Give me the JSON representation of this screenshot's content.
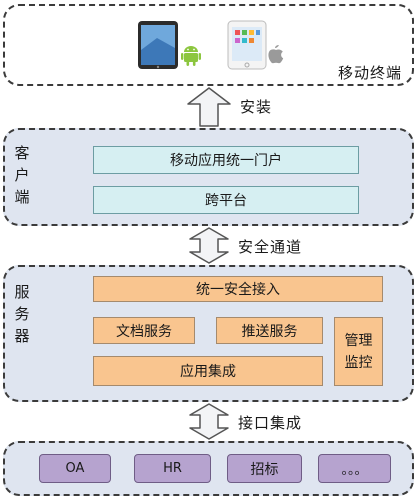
{
  "layers": {
    "mobile": {
      "title": "移动终端",
      "icons": [
        "tablet-icon",
        "android-icon",
        "phone-icon",
        "apple-icon"
      ]
    },
    "install_label": "安装",
    "client": {
      "title": "客户端",
      "boxes": [
        "移动应用统一门户",
        "跨平台"
      ]
    },
    "secure_channel_label": "安全通道",
    "server": {
      "title": "服务器",
      "access": "统一安全接入",
      "doc_service": "文档服务",
      "push_service": "推送服务",
      "app_integration": "应用集成",
      "monitor": "管理监控"
    },
    "integration_label": "接口集成",
    "systems": [
      "OA",
      "HR",
      "招标",
      "。。。"
    ]
  },
  "colors": {
    "layer_fill": "#dfe5f0",
    "teal_box": "#d6eff2",
    "orange_box": "#f9c58f",
    "purple_box": "#b6a3cf",
    "arrow_fill": "#f3f4f6"
  }
}
